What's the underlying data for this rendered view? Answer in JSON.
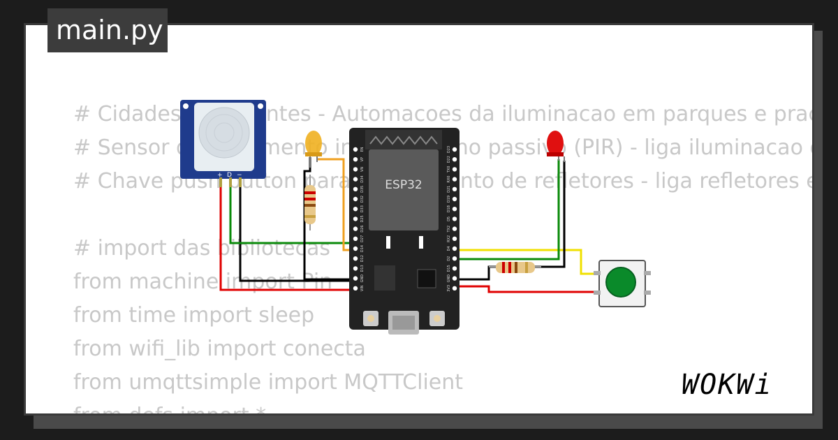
{
  "editor": {
    "tab_label": "main.py",
    "code_lines": [
      "# Cidades inteligentes - Automacoes da iluminacao em parques e pracas",
      "# Sensor de movimento infravermelho passivo (PIR) - liga iluminacao quando",
      "# Chave push button para acionamento de refletores - liga refletores em",
      "",
      "# import das bibliotecas",
      "from machine import Pin",
      "from time import sleep",
      "from wifi_lib import conecta",
      "from umqttsimple import MQTTClient",
      "from defs import *"
    ]
  },
  "board": {
    "chip_label": "ESP32",
    "left_pins": [
      "EN",
      "VP",
      "VN",
      "D34",
      "D35",
      "D32",
      "D33",
      "D25",
      "D26",
      "D27",
      "D14",
      "D12",
      "D13",
      "GND",
      "VIN"
    ],
    "right_pins": [
      "D23",
      "D22",
      "TX0",
      "RX0",
      "D21",
      "D19",
      "D18",
      "D5",
      "TX2",
      "RX2",
      "D4",
      "D2",
      "D15",
      "GND",
      "3V3"
    ]
  },
  "pir": {
    "pin_labels": [
      "+",
      "D",
      "−"
    ]
  },
  "logo": {
    "text": "WOKWi"
  },
  "colors": {
    "background": "#1c1c1c",
    "card": "#ffffff",
    "code_text": "#c8c8c8",
    "board": "#222222",
    "wire_red": "#e00000",
    "wire_black": "#000000",
    "wire_green": "#0a8a0a",
    "wire_orange": "#f0a020",
    "wire_yellow": "#f0e000",
    "button_green": "#0a8a2a"
  }
}
